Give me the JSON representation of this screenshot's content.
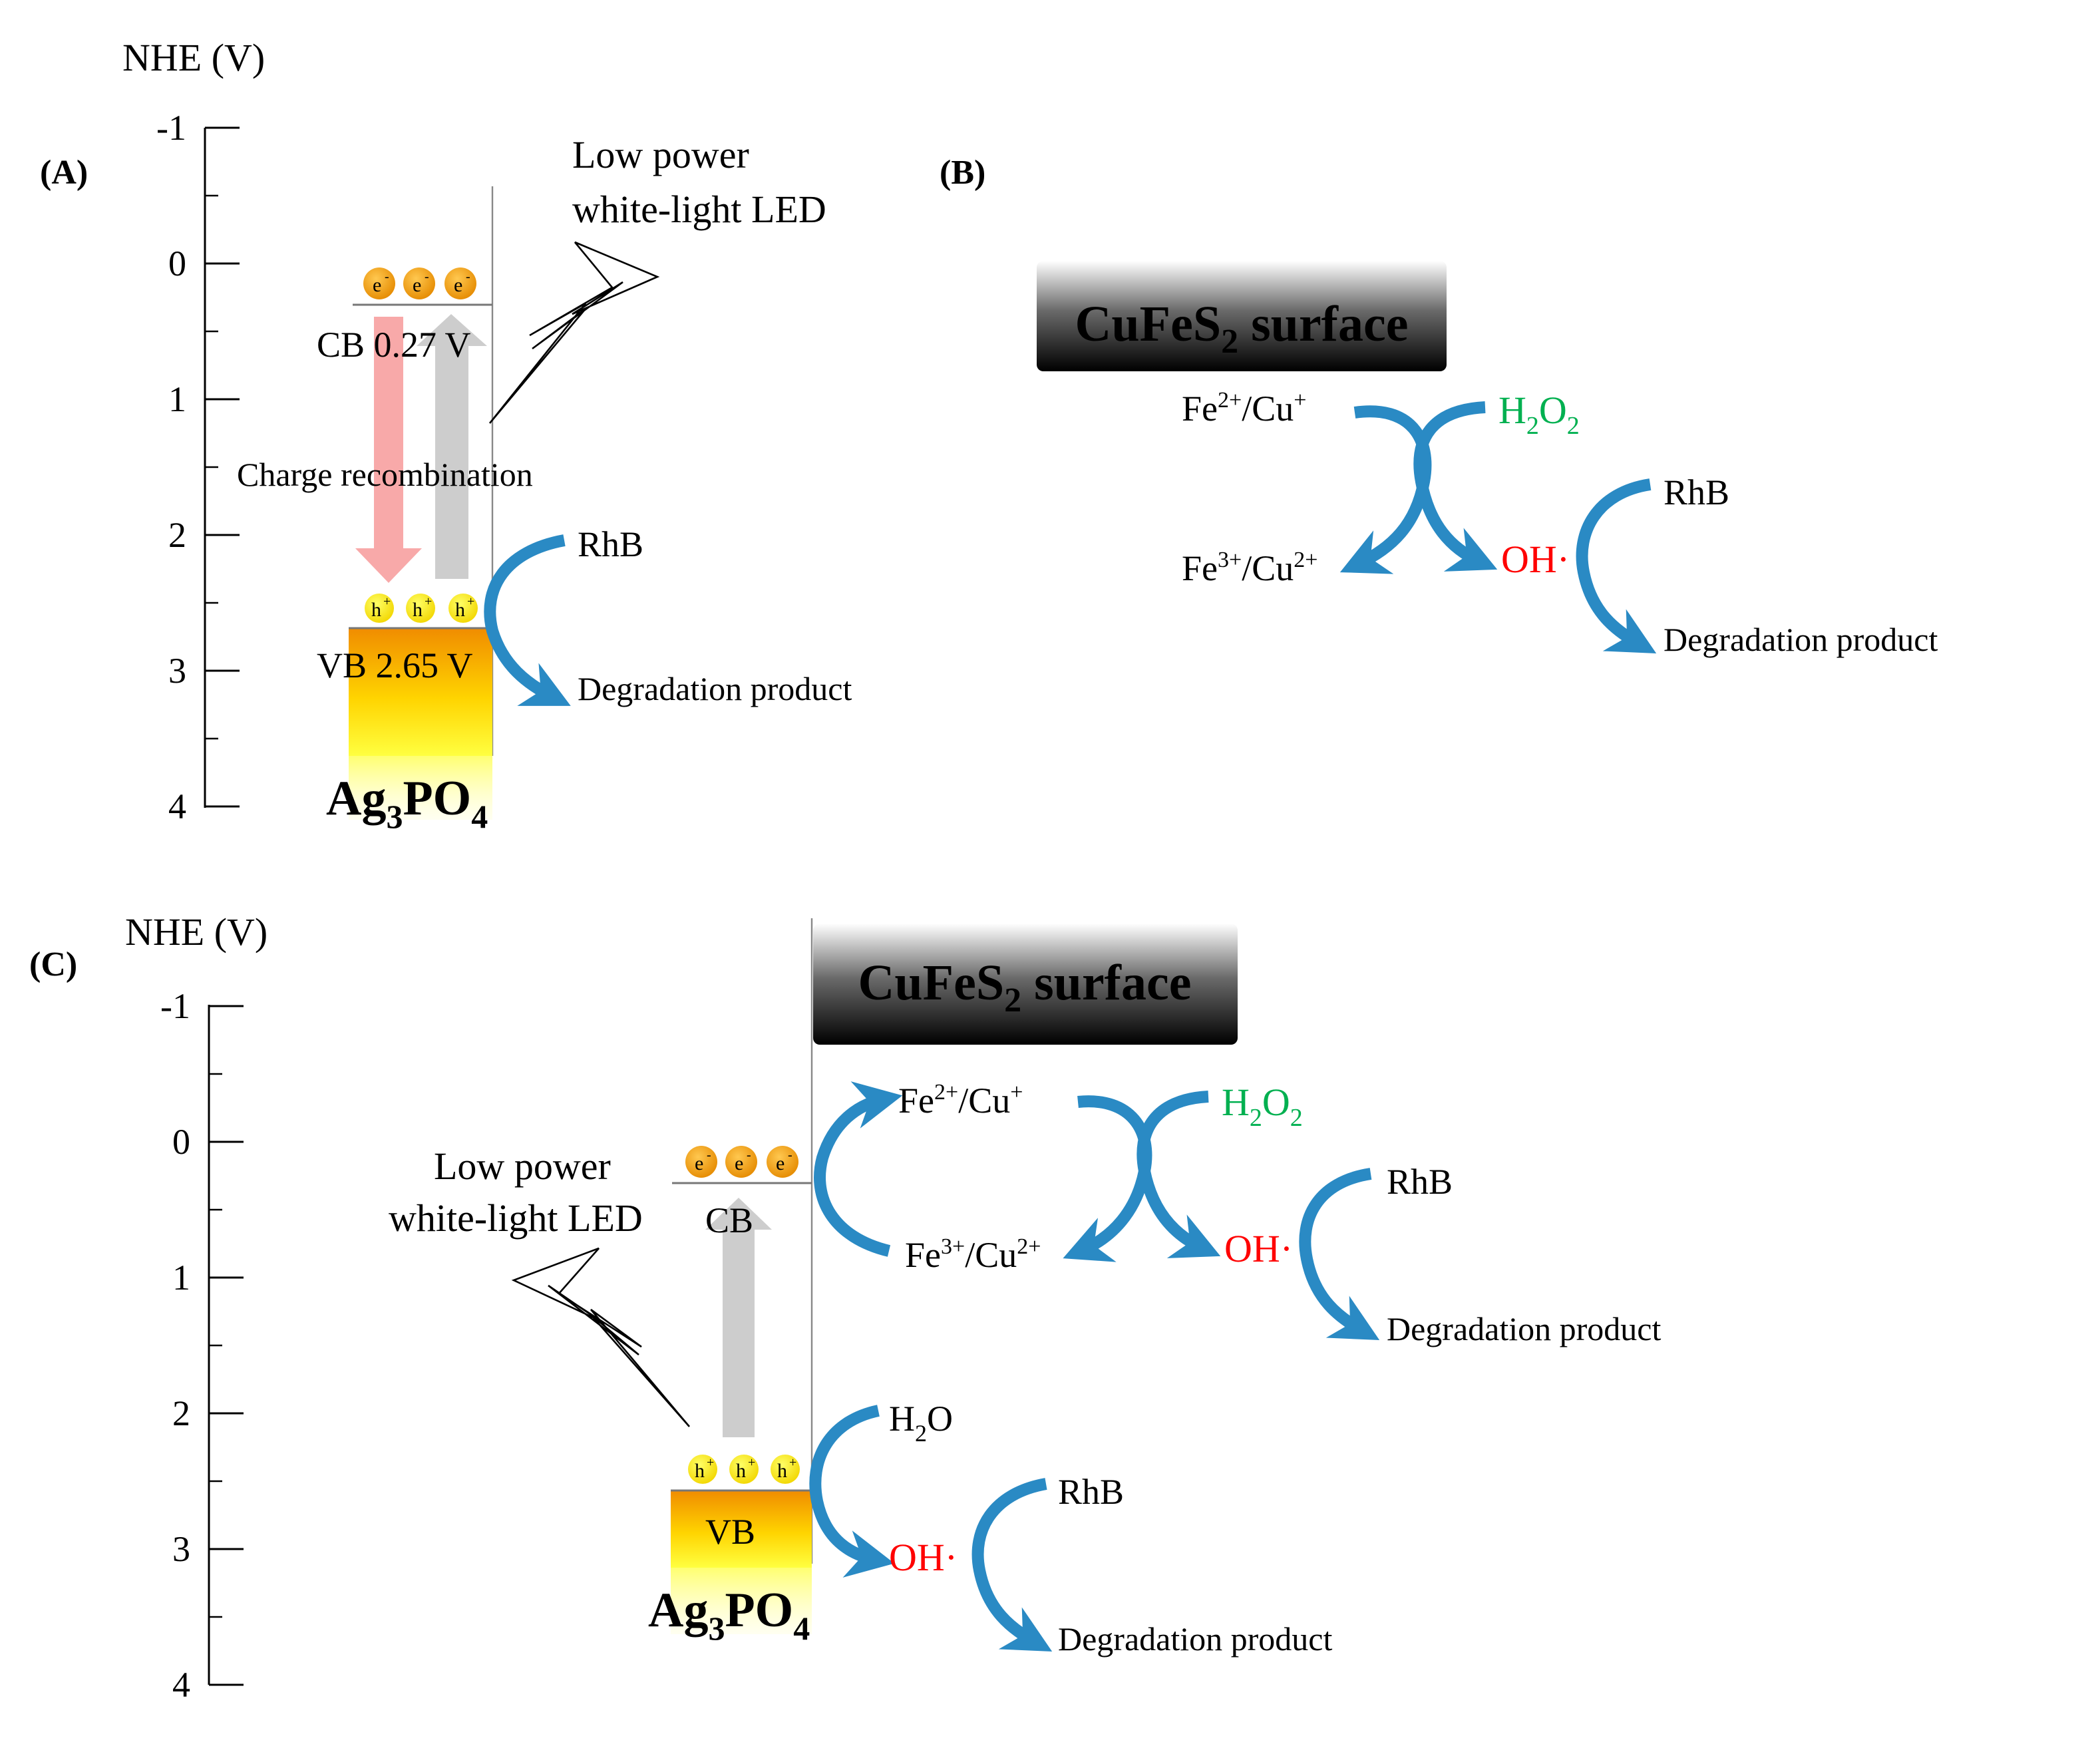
{
  "colors": {
    "arrow_blue": "#2a8ac4",
    "oh_red": "#ff0000",
    "h2o2_green": "#00b050",
    "electron_orange": "#f5a00a",
    "hole_yellow": "#ffea00",
    "recombination_pink": "#f7a0a0",
    "excitation_gray": "#c8c8c8"
  },
  "panel_a": {
    "label": "(A)",
    "axis_title": "NHE (V)",
    "axis_ticks": [
      "-1",
      "0",
      "1",
      "2",
      "3",
      "4"
    ],
    "light_label_line1": "Low power",
    "light_label_line2": "white-light LED",
    "electron_symbol": "e",
    "hole_symbol": "h",
    "cb_label": "CB 0.27 V",
    "vb_label": "VB 2.65 V",
    "recombination_label": "Charge recombination",
    "rhb_label": "RhB",
    "product_label": "Degradation product",
    "material_base": "Ag",
    "material_sub1": "3",
    "material_mid": "PO",
    "material_sub2": "4"
  },
  "panel_b": {
    "label": "(B)",
    "surface_label_pre": "CuFeS",
    "surface_label_sub": "2",
    "surface_label_post": " surface",
    "fe2_cu": "Fe",
    "fe2_sup": "2+",
    "cu_plus": "/Cu",
    "cu_plus_sup": "+",
    "fe3_cu2": "Fe",
    "fe3_sup": "3+",
    "cu2_plus": "/Cu",
    "cu2_plus_sup": "2+",
    "h2o2_h": "H",
    "h2o2_sub1": "2",
    "h2o2_o": "O",
    "h2o2_sub2": "2",
    "oh_radical": "OH·",
    "rhb_label": "RhB",
    "product_label": "Degradation product"
  },
  "panel_c": {
    "label": "(C)",
    "axis_title": "NHE (V)",
    "axis_ticks": [
      "-1",
      "0",
      "1",
      "2",
      "3",
      "4"
    ],
    "light_label_line1": "Low power",
    "light_label_line2": "white-light LED",
    "cb_label": "CB",
    "vb_label": "VB",
    "surface_label_pre": "CuFeS",
    "surface_label_sub": "2",
    "surface_label_post": " surface",
    "h2o_h": "H",
    "h2o_sub": "2",
    "h2o_o": "O",
    "oh_radical": "OH·",
    "rhb_label": "RhB",
    "product_label": "Degradation product",
    "material_base": "Ag",
    "material_sub1": "3",
    "material_mid": "PO",
    "material_sub2": "4"
  }
}
